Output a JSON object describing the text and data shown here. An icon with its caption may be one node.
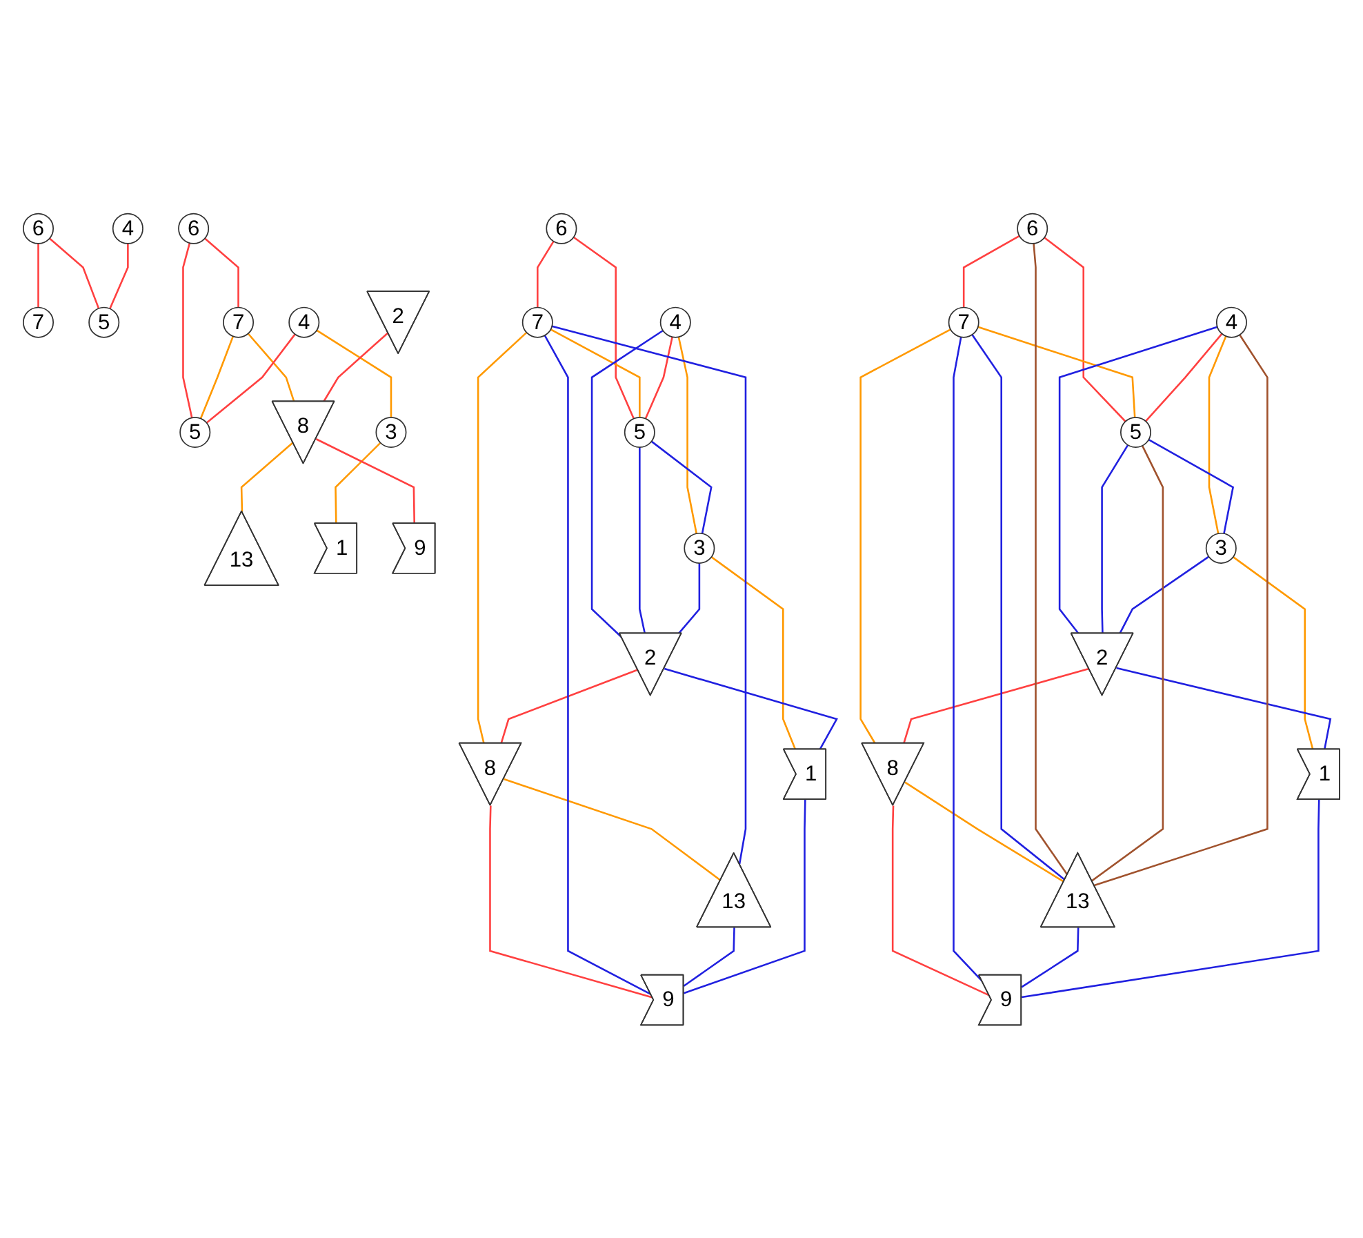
{
  "diagram": {
    "nodes": [
      {
        "text": [
          "6"
        ]
      },
      {
        "text": [
          "7"
        ]
      },
      {
        "text": [
          "4"
        ]
      },
      {
        "text": [
          "5"
        ]
      },
      {
        "text": [
          "6"
        ]
      },
      {
        "text": [
          "7"
        ]
      },
      {
        "text": [
          "4"
        ]
      },
      {
        "text": [
          "5"
        ]
      },
      {
        "text": [
          "2"
        ]
      },
      {
        "text": [
          "8"
        ]
      },
      {
        "text": [
          "13"
        ]
      },
      {
        "text": [
          "3"
        ]
      },
      {
        "text": [
          "1"
        ]
      },
      {
        "text": [
          "9"
        ]
      },
      {
        "text": [
          "6"
        ]
      },
      {
        "text": [
          "7"
        ]
      },
      {
        "text": [
          "4"
        ]
      },
      {
        "text": [
          "5"
        ]
      },
      {
        "text": [
          "13"
        ]
      },
      {
        "text": [
          "2"
        ]
      },
      {
        "text": [
          "8"
        ]
      },
      {
        "text": [
          "3"
        ]
      },
      {
        "text": [
          "1"
        ]
      },
      {
        "text": [
          "9"
        ]
      },
      {
        "text": [
          "6"
        ]
      },
      {
        "text": [
          "7"
        ]
      },
      {
        "text": [
          "4"
        ]
      },
      {
        "text": [
          "5"
        ]
      },
      {
        "text": [
          "13"
        ]
      },
      {
        "text": [
          "2"
        ]
      },
      {
        "text": [
          "8"
        ]
      },
      {
        "text": [
          "3"
        ]
      },
      {
        "text": [
          "1"
        ]
      },
      {
        "text": [
          "9"
        ]
      }
    ],
    "edges": [
      {
        "from": 0,
        "to": 1,
        "arrow": "none",
        "color": "#ff4040"
      },
      {
        "from": 0,
        "to": 3,
        "arrow": "none",
        "color": "#ff4040"
      },
      {
        "from": 2,
        "to": 3,
        "arrow": "none",
        "color": "#ff4040"
      },
      {
        "from": 4,
        "to": 5,
        "arrow": "none",
        "color": "#ff4040"
      },
      {
        "from": 4,
        "to": 7,
        "arrow": "none",
        "color": "#ff4040"
      },
      {
        "from": 5,
        "to": 7,
        "arrow": "none",
        "color": "#ff9900"
      },
      {
        "from": 5,
        "to": 9,
        "arrow": "none",
        "color": "#ff9900"
      },
      {
        "from": 6,
        "to": 7,
        "arrow": "none",
        "color": "#ff4040"
      },
      {
        "from": 6,
        "to": 11,
        "arrow": "none",
        "color": "#ff9900"
      },
      {
        "from": 11,
        "to": 12,
        "arrow": "none",
        "color": "#ff9900"
      },
      {
        "from": 8,
        "to": 9,
        "arrow": "none",
        "color": "#ff4040"
      },
      {
        "from": 9,
        "to": 10,
        "arrow": "none",
        "color": "#ff9900"
      },
      {
        "from": 9,
        "to": 13,
        "arrow": "none",
        "color": "#ff4040"
      },
      {
        "from": 14,
        "to": 15,
        "arrow": "none",
        "color": "#ff4040"
      },
      {
        "from": 14,
        "to": 17,
        "arrow": "none",
        "color": "#ff4040"
      },
      {
        "from": 15,
        "to": 17,
        "arrow": "none",
        "color": "#ff9900"
      },
      {
        "from": 15,
        "to": 20,
        "arrow": "none",
        "color": "#ff9900"
      },
      {
        "from": 16,
        "to": 17,
        "arrow": "none",
        "color": "#ff4040"
      },
      {
        "from": 16,
        "to": 21,
        "arrow": "none",
        "color": "#ff9900"
      },
      {
        "from": 21,
        "to": 22,
        "arrow": "none",
        "color": "#ff9900"
      },
      {
        "from": 19,
        "to": 20,
        "arrow": "none",
        "color": "#ff4040"
      },
      {
        "from": 20,
        "to": 18,
        "arrow": "none",
        "color": "#ff9900"
      },
      {
        "from": 20,
        "to": 23,
        "arrow": "none",
        "color": "#ff4040"
      },
      {
        "from": 15,
        "to": 18,
        "arrow": "none",
        "color": "#2020e0"
      },
      {
        "from": 15,
        "to": 23,
        "arrow": "none",
        "color": "#2020e0"
      },
      {
        "from": 16,
        "to": 19,
        "arrow": "none",
        "color": "#2020e0"
      },
      {
        "from": 17,
        "to": 19,
        "arrow": "none",
        "color": "#2020e0"
      },
      {
        "from": 17,
        "to": 21,
        "arrow": "none",
        "color": "#2020e0"
      },
      {
        "from": 21,
        "to": 19,
        "arrow": "none",
        "color": "#2020e0"
      },
      {
        "from": 19,
        "to": 22,
        "arrow": "none",
        "color": "#2020e0"
      },
      {
        "from": 18,
        "to": 23,
        "arrow": "none",
        "color": "#2020e0"
      },
      {
        "from": 22,
        "to": 23,
        "arrow": "none",
        "color": "#2020e0"
      },
      {
        "from": 24,
        "to": 25,
        "arrow": "none",
        "color": "#ff4040"
      },
      {
        "from": 24,
        "to": 27,
        "arrow": "none",
        "color": "#ff4040"
      },
      {
        "from": 25,
        "to": 27,
        "arrow": "none",
        "color": "#ff9900"
      },
      {
        "from": 25,
        "to": 30,
        "arrow": "none",
        "color": "#ff9900"
      },
      {
        "from": 26,
        "to": 27,
        "arrow": "none",
        "color": "#ff4040"
      },
      {
        "from": 26,
        "to": 31,
        "arrow": "none",
        "color": "#ff9900"
      },
      {
        "from": 31,
        "to": 32,
        "arrow": "none",
        "color": "#ff9900"
      },
      {
        "from": 29,
        "to": 30,
        "arrow": "none",
        "color": "#ff4040"
      },
      {
        "from": 30,
        "to": 28,
        "arrow": "none",
        "color": "#ff9900"
      },
      {
        "from": 30,
        "to": 33,
        "arrow": "none",
        "color": "#ff4040"
      },
      {
        "from": 25,
        "to": 28,
        "arrow": "none",
        "color": "#2020e0"
      },
      {
        "from": 25,
        "to": 33,
        "arrow": "none",
        "color": "#2020e0"
      },
      {
        "from": 26,
        "to": 29,
        "arrow": "none",
        "color": "#2020e0"
      },
      {
        "from": 27,
        "to": 29,
        "arrow": "none",
        "color": "#2020e0"
      },
      {
        "from": 27,
        "to": 31,
        "arrow": "none",
        "color": "#2020e0"
      },
      {
        "from": 31,
        "to": 29,
        "arrow": "none",
        "color": "#2020e0"
      },
      {
        "from": 29,
        "to": 32,
        "arrow": "none",
        "color": "#2020e0"
      },
      {
        "from": 28,
        "to": 33,
        "arrow": "none",
        "color": "#2020e0"
      },
      {
        "from": 32,
        "to": 33,
        "arrow": "none",
        "color": "#2020e0"
      },
      {
        "from": 24,
        "to": 28,
        "arrow": "none",
        "color": "#a0522d"
      },
      {
        "from": 27,
        "to": 28,
        "arrow": "none",
        "color": "#a0522d"
      },
      {
        "from": 26,
        "to": 28,
        "arrow": "none",
        "color": "#a0522d"
      }
    ]
  }
}
